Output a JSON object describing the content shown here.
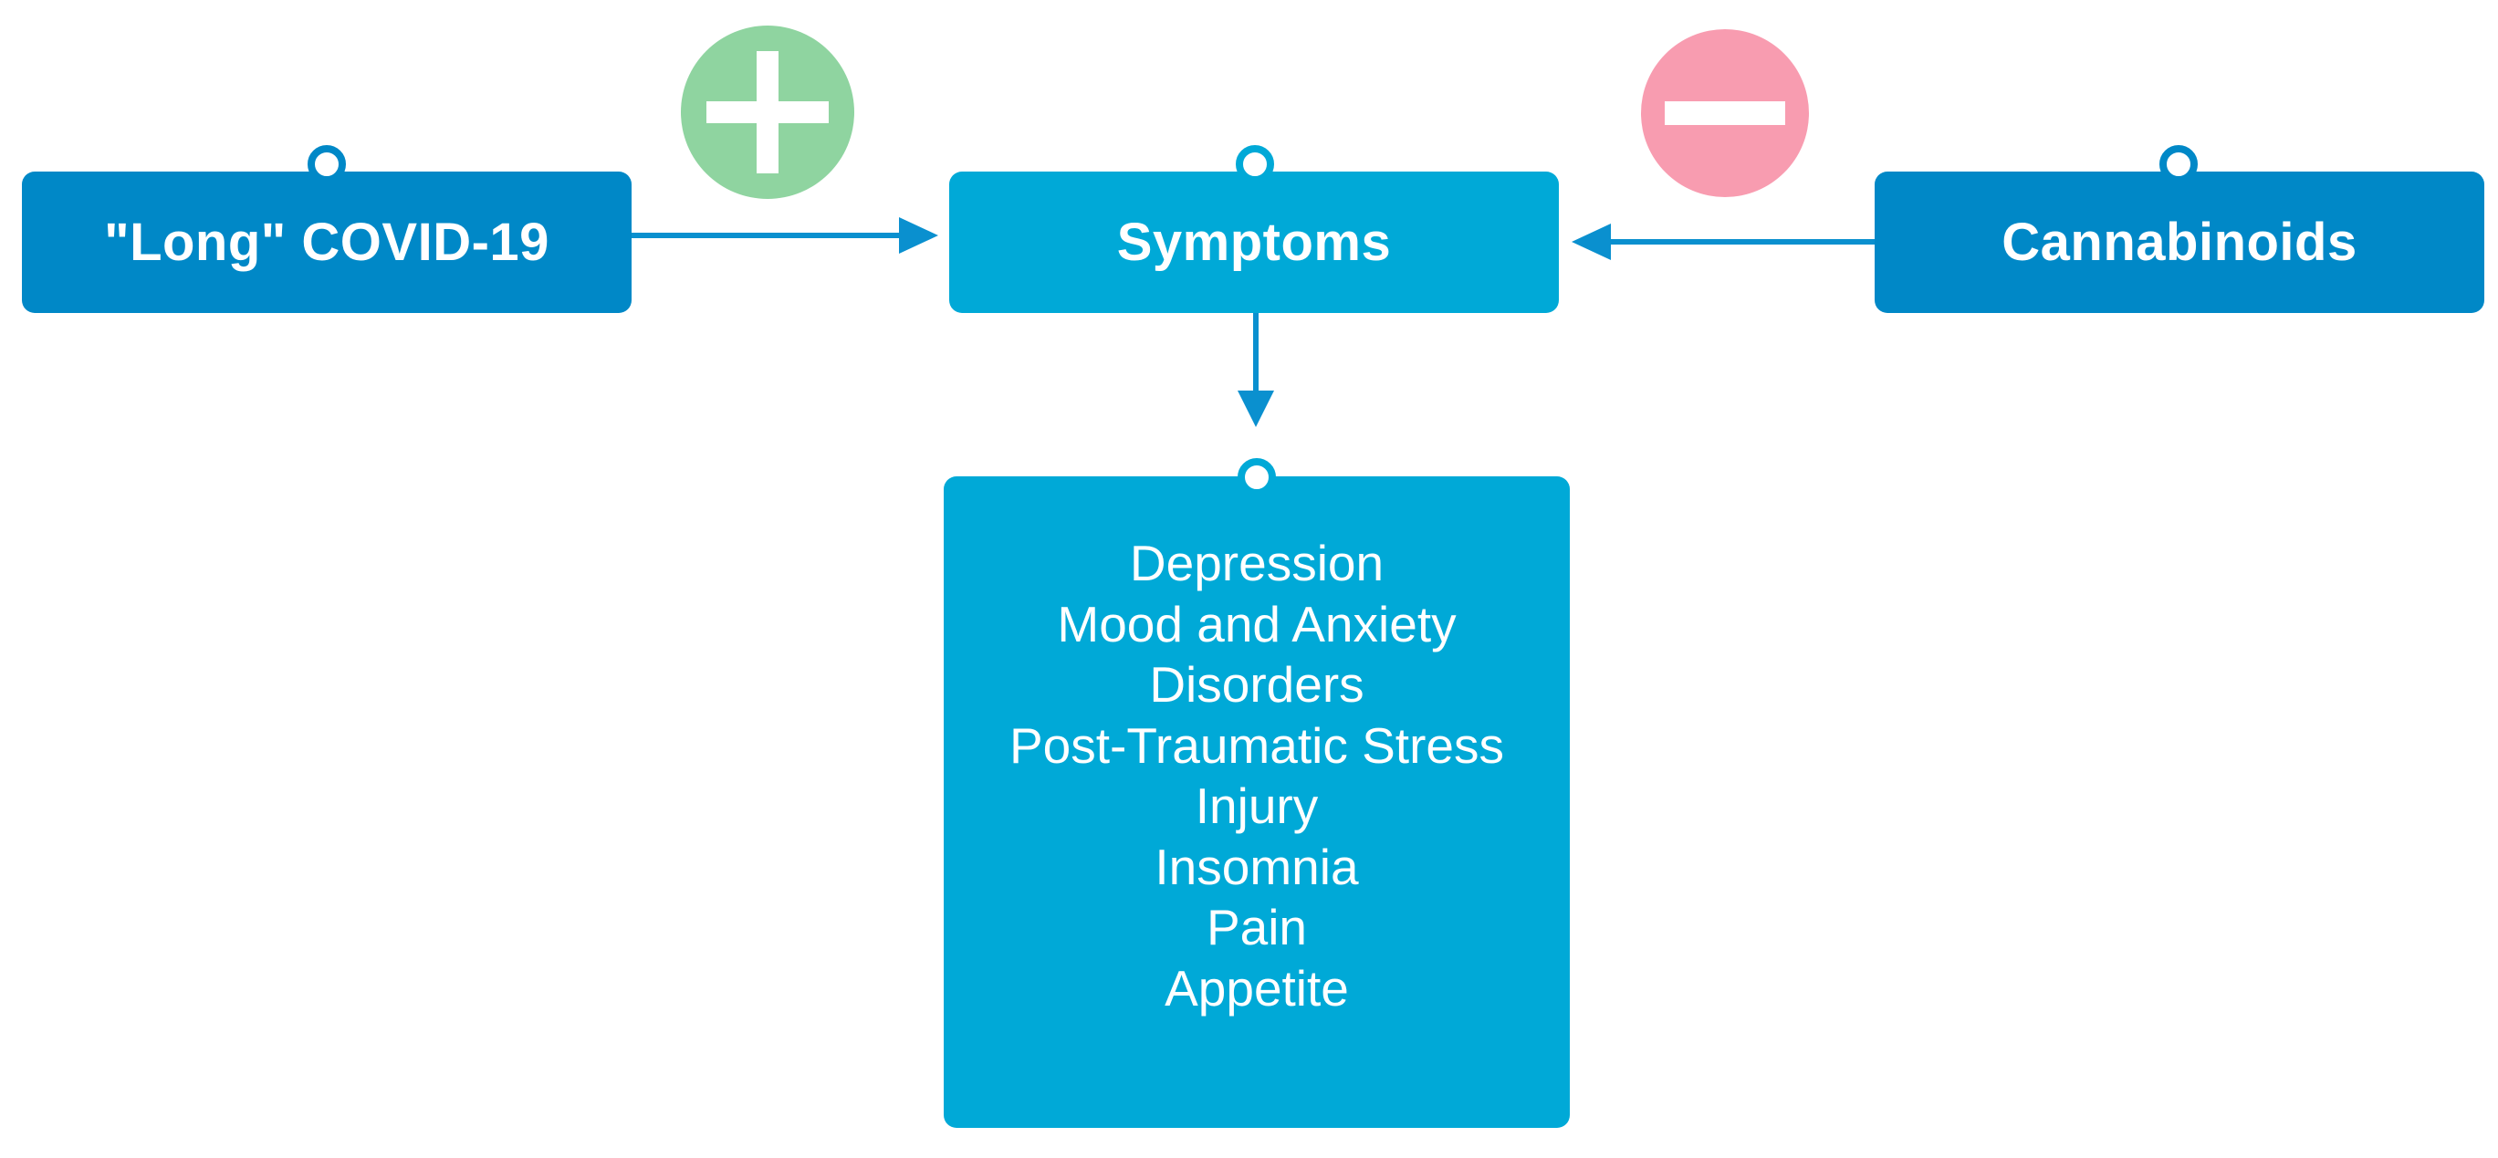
{
  "colors": {
    "dark_blue": "#0088c7",
    "light_blue": "#00a9d7",
    "arrow": "#0a90cf",
    "plus_green": "#8fd4a0",
    "minus_pink": "#f89cb0",
    "sign_bar": "#ffffff"
  },
  "nodes": {
    "covid": {
      "label": "\"Long\" COVID-19"
    },
    "symptoms": {
      "label": "Symptoms"
    },
    "cannabinoids": {
      "label": "Cannabinoids"
    },
    "symptom_list": {
      "items": [
        "Depression",
        "Mood and Anxiety",
        "Disorders",
        "Post-Traumatic Stress",
        "Injury",
        "Insomnia",
        "Pain",
        "Appetite"
      ]
    }
  },
  "effects": {
    "covid_to_symptoms": {
      "sign": "plus",
      "icon": "plus-icon"
    },
    "cannabinoids_to_symptoms": {
      "sign": "minus",
      "icon": "minus-icon"
    }
  }
}
